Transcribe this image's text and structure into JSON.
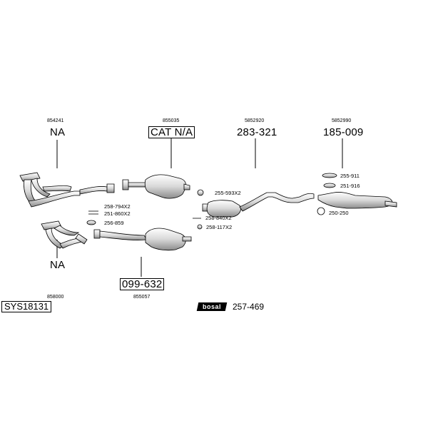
{
  "groups": {
    "g1": {
      "ref": "854241",
      "price": "NA"
    },
    "g2": {
      "ref": "855035",
      "price": "CAT N/A"
    },
    "g3": {
      "ref": "5852920",
      "price": "283-321"
    },
    "g4": {
      "ref": "5852990",
      "price": "185-009"
    },
    "g5": {
      "ref": "858000",
      "price": "NA"
    },
    "g6": {
      "ref": "855057",
      "price": "099-632"
    }
  },
  "small_parts": {
    "p258_794": "258-794X2",
    "p251_860": "251-860X2",
    "p256_859": "256-859",
    "p255_593": "255-593X2",
    "p258_840": "258-840X2",
    "p258_117": "258-117X2",
    "p255_911": "255-911",
    "p251_916": "251-916",
    "p250_250": "250-250"
  },
  "system_code": "SYS18131",
  "brand": {
    "logo_text": "bosal",
    "ref": "257-469"
  },
  "colors": {
    "line": "#000000",
    "fill": "#ffffff",
    "shade": "#9a9a9a"
  }
}
